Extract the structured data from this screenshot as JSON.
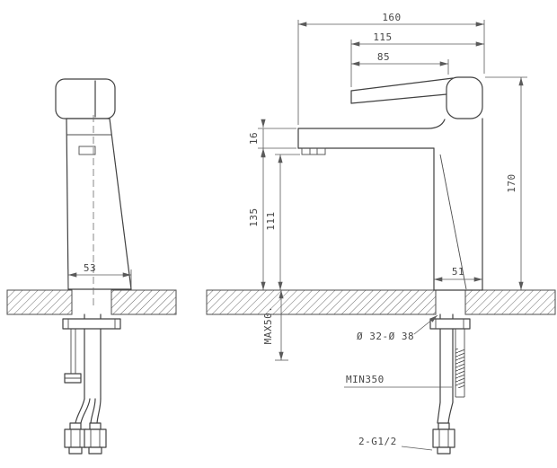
{
  "drawing": {
    "kind": "faucet-installation-technical-drawing",
    "line_color": "#414141",
    "background": "#ffffff"
  },
  "front_view": {
    "dims": {
      "base_width": "53"
    }
  },
  "side_view": {
    "dims": {
      "total_reach": "160",
      "spout_reach": "115",
      "handle_length": "85",
      "spout_tip_thickness": "16",
      "spout_height": "135",
      "underside_height": "111",
      "total_height": "170",
      "base_depth": "51",
      "max_deck": "MAX50.",
      "hole_diameter": "Ø 32-Ø 38",
      "min_hose_length": "MIN350",
      "inlet_thread": "2-G1/2"
    }
  }
}
